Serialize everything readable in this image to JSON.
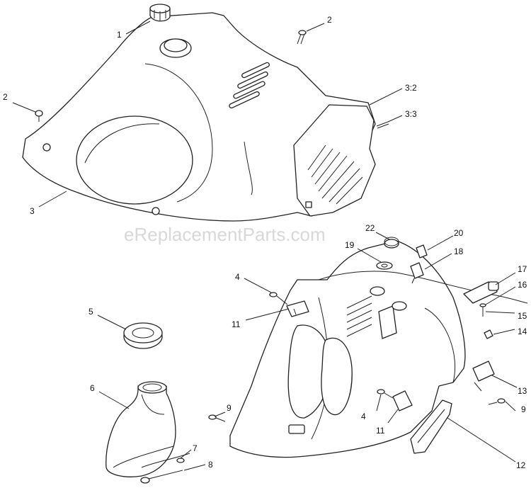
{
  "watermark": "eReplacementParts.com",
  "callouts": [
    {
      "id": "c1",
      "text": "1"
    },
    {
      "id": "c2a",
      "text": "2"
    },
    {
      "id": "c2b",
      "text": "2"
    },
    {
      "id": "c3",
      "text": "3"
    },
    {
      "id": "c3_2",
      "text": "3:2"
    },
    {
      "id": "c3_3",
      "text": "3:3"
    },
    {
      "id": "c4a",
      "text": "4"
    },
    {
      "id": "c4b",
      "text": "4"
    },
    {
      "id": "c5",
      "text": "5"
    },
    {
      "id": "c6",
      "text": "6"
    },
    {
      "id": "c7",
      "text": "7"
    },
    {
      "id": "c8",
      "text": "8"
    },
    {
      "id": "c9a",
      "text": "9"
    },
    {
      "id": "c9b",
      "text": "9"
    },
    {
      "id": "c11a",
      "text": "11"
    },
    {
      "id": "c11b",
      "text": "11"
    },
    {
      "id": "c12",
      "text": "12"
    },
    {
      "id": "c13",
      "text": "13"
    },
    {
      "id": "c14",
      "text": "14"
    },
    {
      "id": "c15",
      "text": "15"
    },
    {
      "id": "c16",
      "text": "16"
    },
    {
      "id": "c17",
      "text": "17"
    },
    {
      "id": "c18",
      "text": "18"
    },
    {
      "id": "c19",
      "text": "19"
    },
    {
      "id": "c20",
      "text": "20"
    },
    {
      "id": "c22",
      "text": "22"
    }
  ]
}
